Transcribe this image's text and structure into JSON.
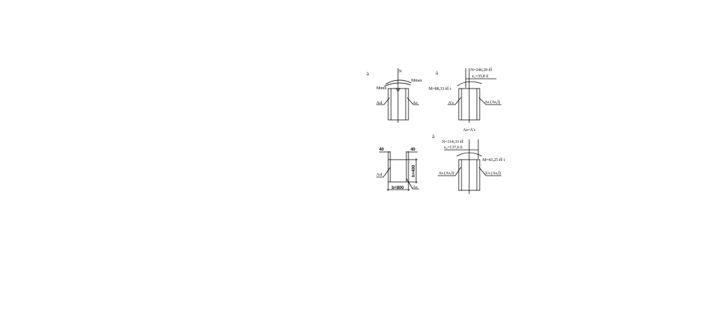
{
  "panel_a": {
    "label": "à",
    "n": "N",
    "m_max": "Mmax",
    "m_min": "Mmin",
    "as_left": "Asl",
    "as_right": "As"
  },
  "panel_b": {
    "label": "á",
    "n": "N=246,29 êÍ",
    "e0": "e₀=35,8 ìì",
    "m": "M=88,33 êÍ·ì",
    "as_left": "A's",
    "as_right": "As (As,l)",
    "equality": "As=A's"
  },
  "section": {
    "cover_left": "40",
    "cover_right": "40",
    "height": "h=400",
    "width": "b=800",
    "as_left": "Asl",
    "as_right": "As"
  },
  "panel_c": {
    "label": "â",
    "n": "N=314,33 êÍ",
    "e0": "e₀=137,6 ìì",
    "m": "M=43,25 êÍ·ì",
    "as_left": "As (As,l)",
    "as_right": "A's (As,l)"
  }
}
